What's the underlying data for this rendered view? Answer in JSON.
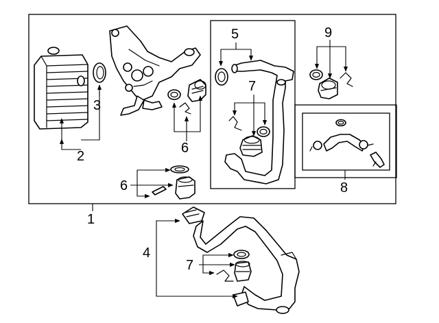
{
  "callouts": {
    "c1": "1",
    "c2": "2",
    "c3": "3",
    "c4": "4",
    "c5": "5",
    "c6a": "6",
    "c6b": "6",
    "c7a": "7",
    "c7b": "7",
    "c8": "8",
    "c9": "9"
  }
}
